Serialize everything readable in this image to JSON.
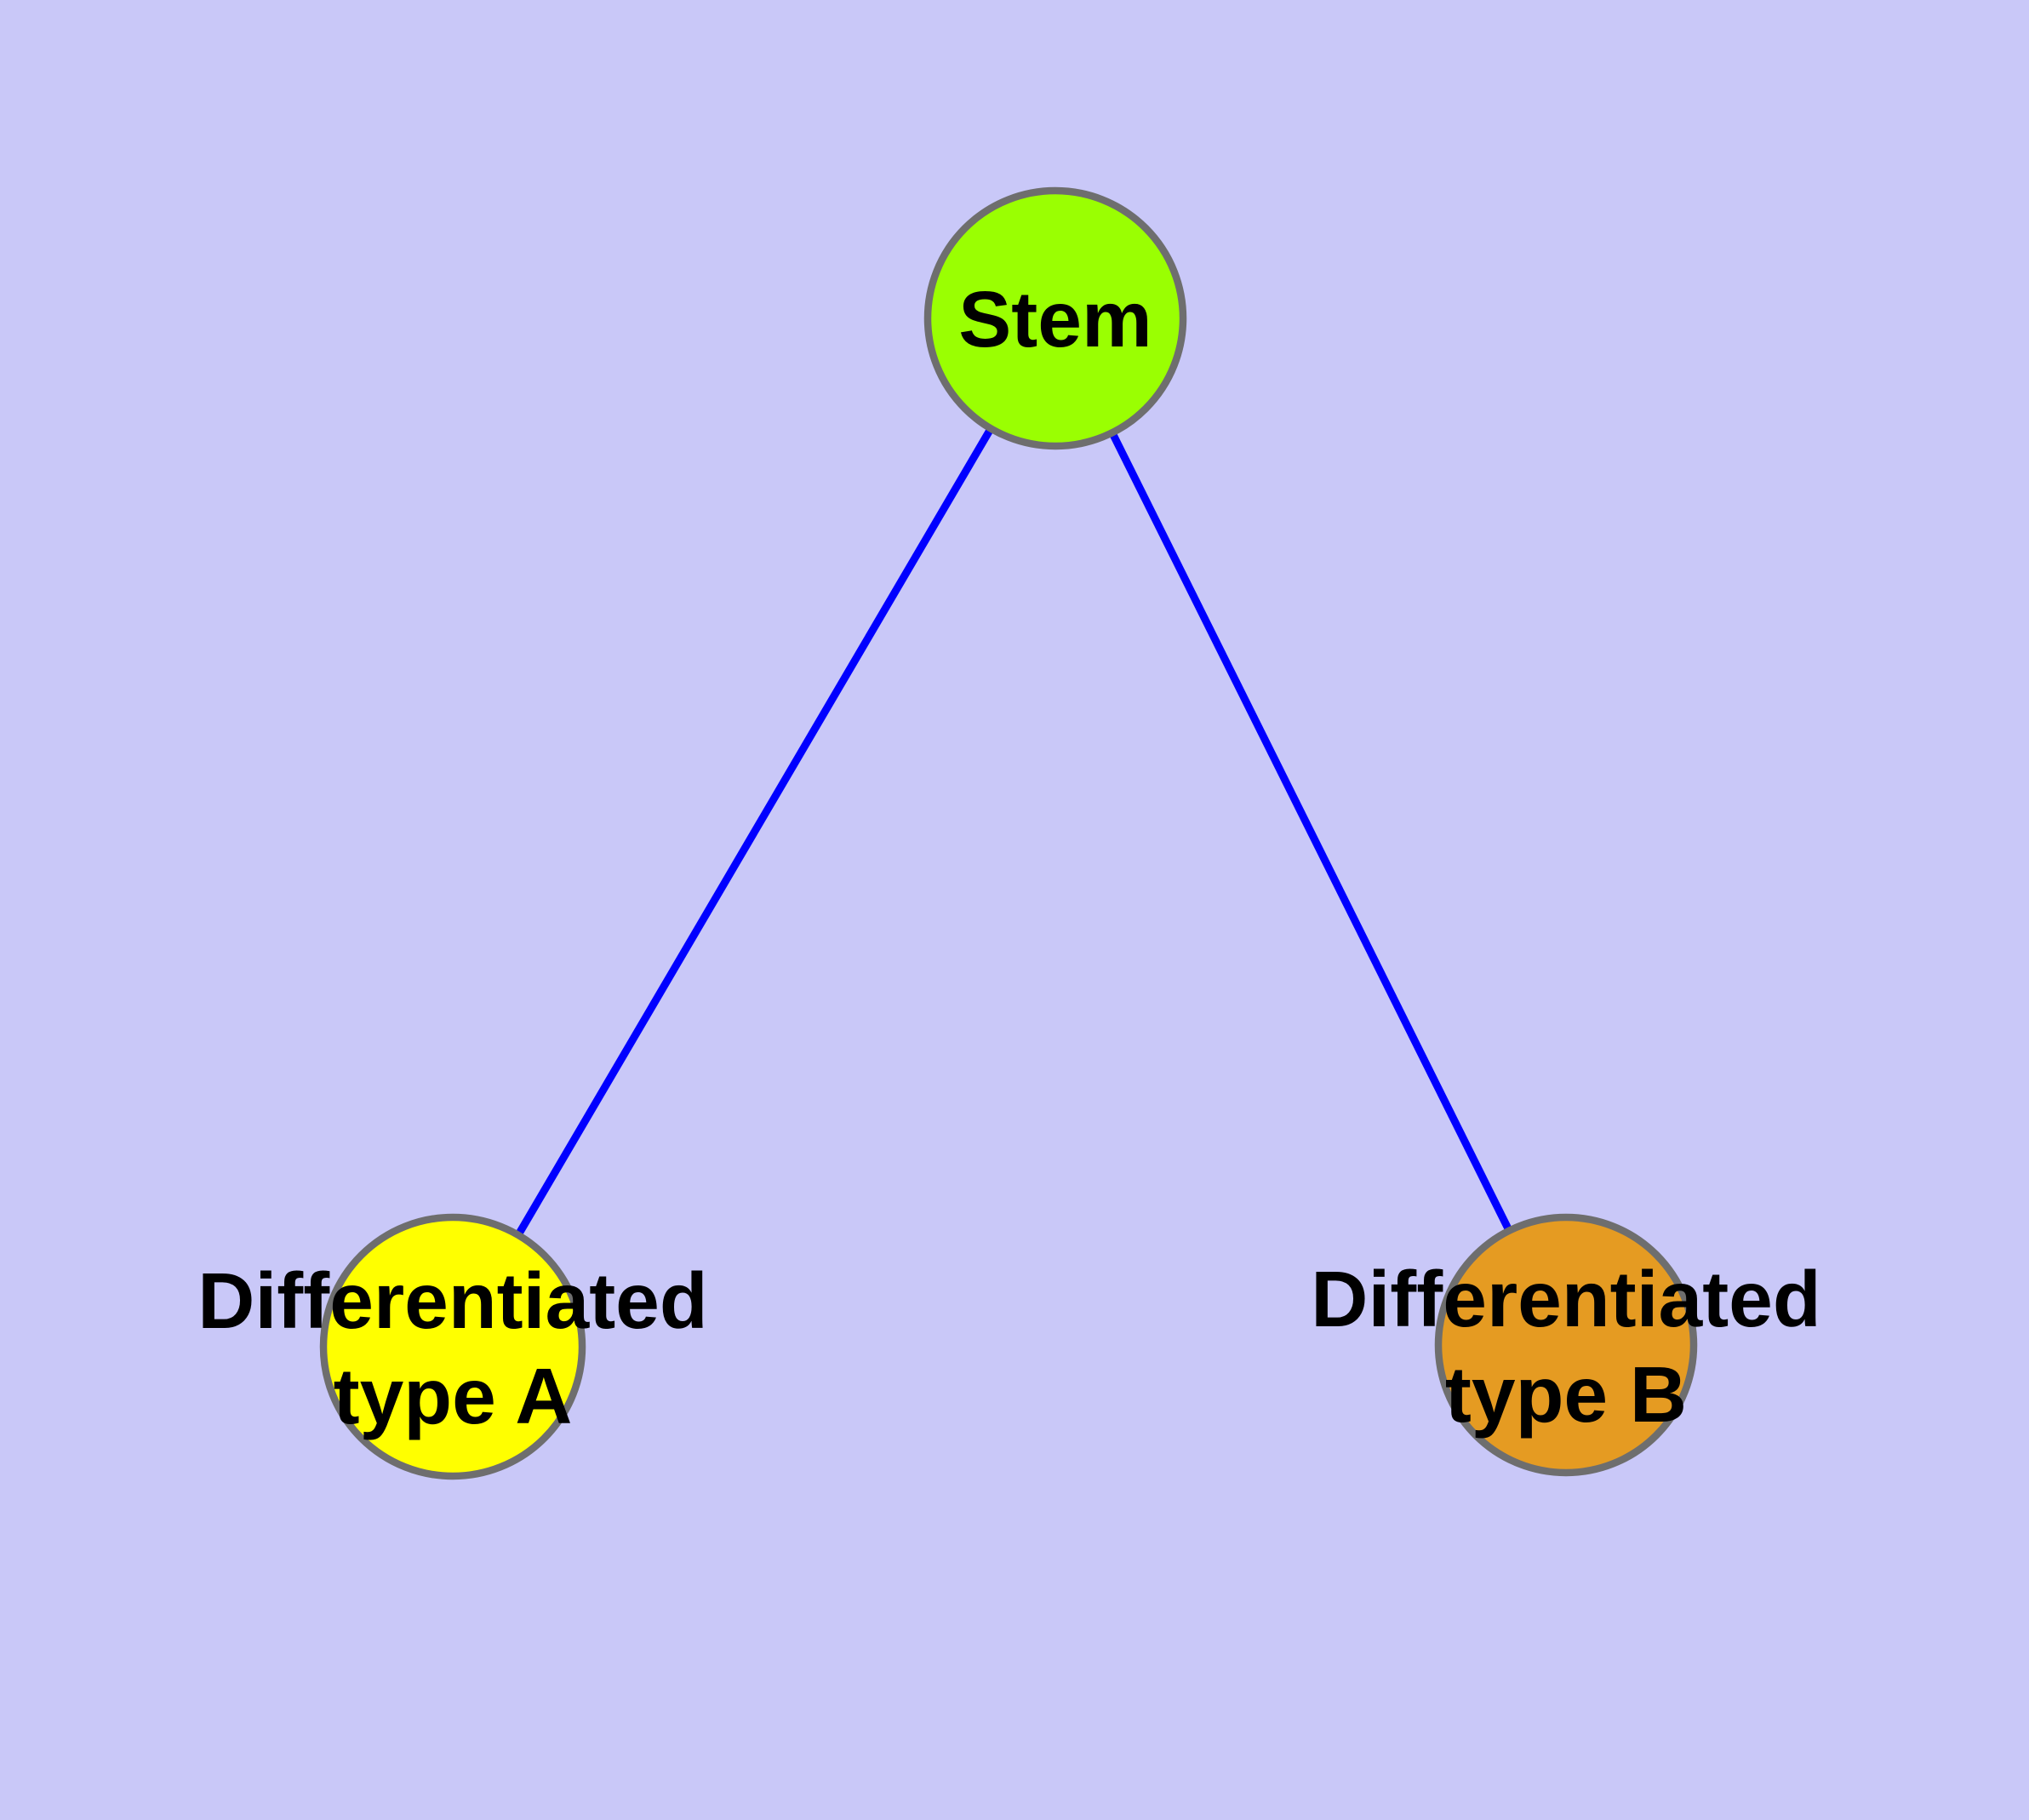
{
  "canvas": {
    "background_color": "#C9C8F8"
  },
  "graph": {
    "nodes": [
      {
        "id": "stem",
        "label": "Stem",
        "fill": "#9AFF02"
      },
      {
        "id": "differentiated-type-a",
        "label_line1": "Differentiated",
        "label_line2": "type A",
        "fill": "#FFFF00"
      },
      {
        "id": "differentiated-type-b",
        "label_line1": "Differentiated",
        "label_line2": "type B",
        "fill": "#E59B22"
      }
    ],
    "edges": [
      {
        "from": "Stem",
        "to": "Differentiated type A",
        "color": "#0000FF"
      },
      {
        "from": "Stem",
        "to": "Differentiated type B",
        "color": "#0000FF"
      }
    ],
    "node_border_color": "#6E6E6E",
    "label_color": "#000000"
  }
}
